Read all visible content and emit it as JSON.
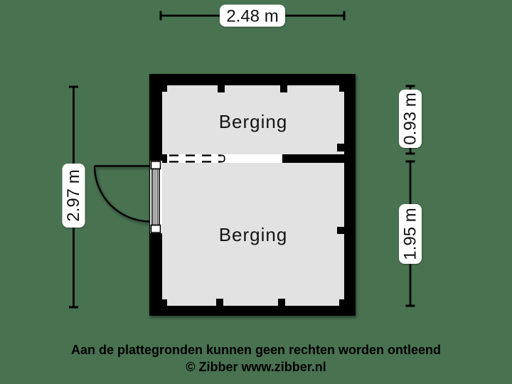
{
  "colors": {
    "background": "#487250",
    "wall": "#000000",
    "floor": "#e2e2e2",
    "label_bg": "#ffffff",
    "text": "#111111"
  },
  "dimensions": {
    "top": {
      "label": "2.48 m"
    },
    "left": {
      "label": "2.97 m"
    },
    "right_top": {
      "label": "0.93 m"
    },
    "right_bottom": {
      "label": "1.95 m"
    }
  },
  "rooms": [
    {
      "name": "Berging"
    },
    {
      "name": "Berging"
    }
  ],
  "footer": {
    "disclaimer": "Aan de plattegronden kunnen geen rechten worden ontleend",
    "copyright": "© Zibber www.zibber.nl"
  }
}
